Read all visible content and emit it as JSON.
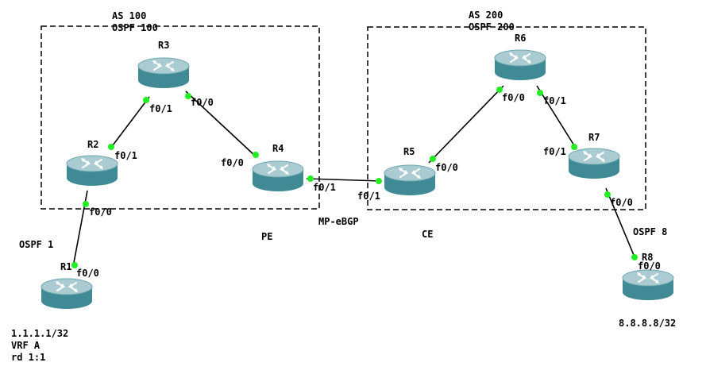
{
  "areas": [
    {
      "as_label": "AS 100",
      "ospf_label": "OSPF 100"
    },
    {
      "as_label": "AS 200",
      "ospf_label": "OSPF 200"
    }
  ],
  "routers": {
    "r1": "R1",
    "r2": "R2",
    "r3": "R3",
    "r4": "R4",
    "r5": "R5",
    "r6": "R6",
    "r7": "R7",
    "r8": "R8"
  },
  "interfaces": {
    "r1_r2_r1": "f0/0",
    "r1_r2_r2": "f0/0",
    "r2_r3_r2": "f0/1",
    "r2_r3_r3": "f0/1",
    "r3_r4_r3": "f0/0",
    "r3_r4_r4": "f0/0",
    "r4_r5_r4": "f0/1",
    "r4_r5_r5": "f0/1",
    "r5_r6_r5": "f0/0",
    "r5_r6_r6": "f0/0",
    "r6_r7_r6": "f0/1",
    "r6_r7_r7": "f0/1",
    "r7_r8_r7": "f0/0",
    "r7_r8_r8": "f0/0"
  },
  "annotations": {
    "ospf1": "OSPF 1",
    "ospf8": "OSPF 8",
    "pe": "PE",
    "ce": "CE",
    "mp_ebgp": "MP-eBGP",
    "r1_prefix": "1.1.1.1/32",
    "r1_vrf": "VRF A",
    "r1_rd": "rd 1:1",
    "r8_prefix": "8.8.8.8/32"
  },
  "colors": {
    "router_top": "#b4d2d6",
    "router_body": "#3f8a94",
    "link": "#000000",
    "port_dot": "#22ee22",
    "box": "#000000"
  }
}
